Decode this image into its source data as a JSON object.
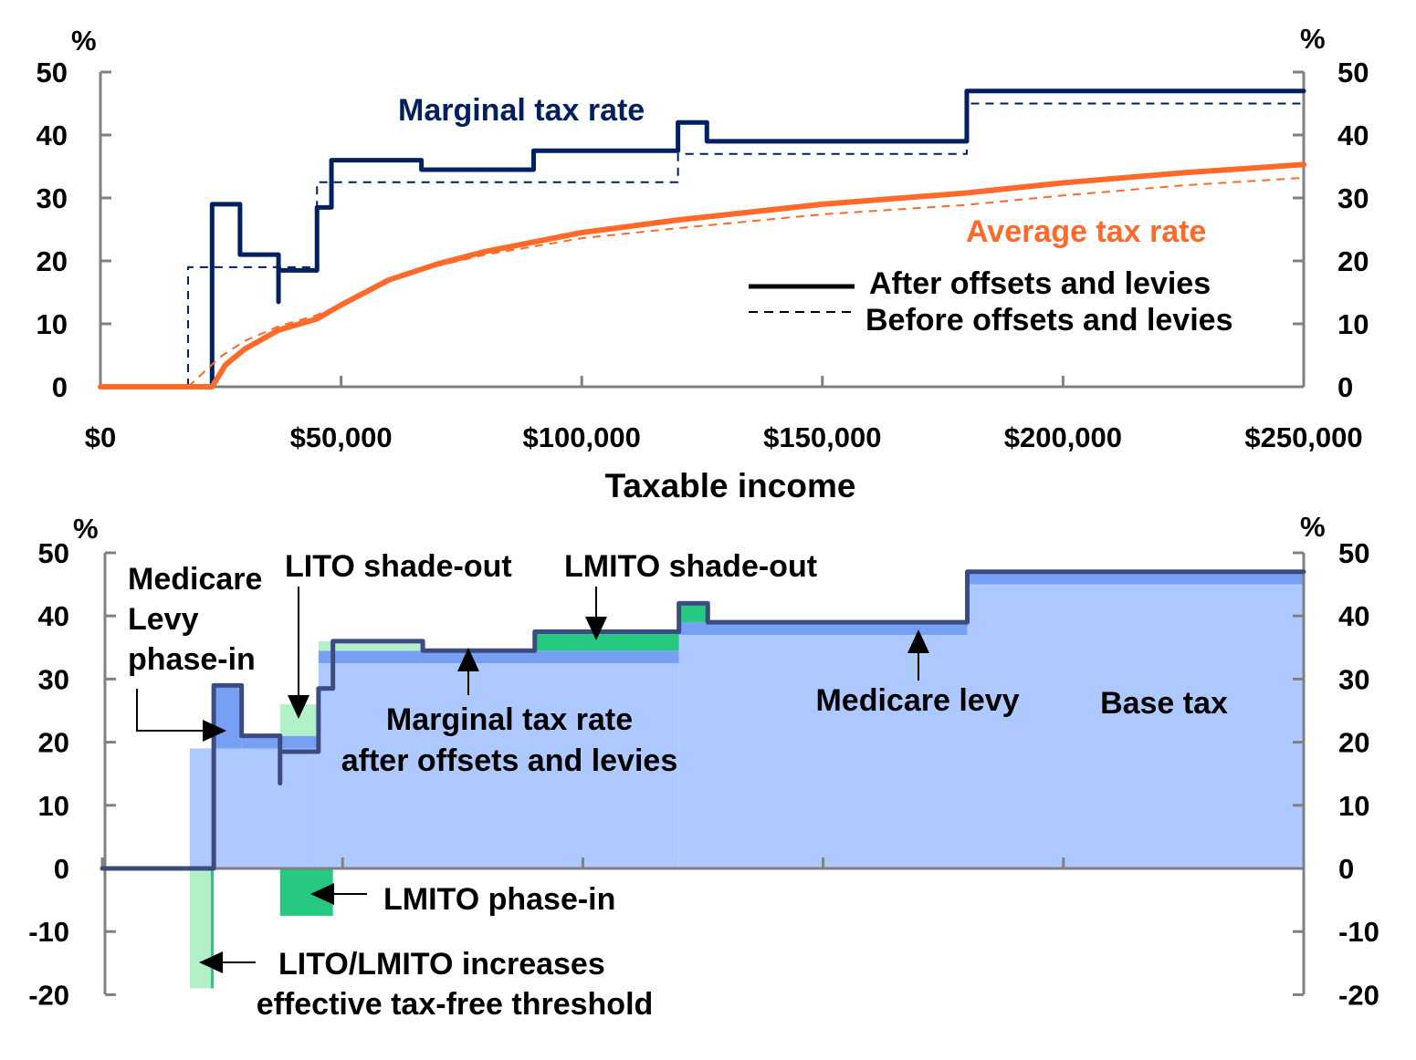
{
  "chart_data": [
    {
      "type": "line",
      "panel": "top",
      "xlabel": "Taxable income",
      "ylabel": "%",
      "ylabel_right": "%",
      "xlim": [
        0,
        250000
      ],
      "ylim": [
        0,
        50
      ],
      "x_ticks": [
        0,
        50000,
        100000,
        150000,
        200000,
        250000
      ],
      "x_tick_labels": [
        "$0",
        "$50,000",
        "$100,000",
        "$150,000",
        "$200,000",
        "$250,000"
      ],
      "y_ticks": [
        0,
        10,
        20,
        30,
        40,
        50
      ],
      "y_tick_labels": [
        "0",
        "10",
        "20",
        "30",
        "40",
        "50"
      ],
      "annotations": {
        "marginal": "Marginal tax rate",
        "average": "Average tax rate"
      },
      "legend": {
        "placement": "right",
        "entries": [
          {
            "label": "After offsets and levies",
            "style": "solid"
          },
          {
            "label": "Before offsets and levies",
            "style": "dashed"
          }
        ]
      },
      "colors": {
        "marginal": "#002060",
        "average": "#FF6A2A",
        "axis": "#808080"
      },
      "series": [
        {
          "name": "Marginal tax rate - after offsets and levies",
          "style": "solid",
          "color": "#002060",
          "points": [
            [
              0,
              0
            ],
            [
              23200,
              0
            ],
            [
              23200,
              29
            ],
            [
              29000,
              29
            ],
            [
              29000,
              21
            ],
            [
              37000,
              21
            ],
            [
              37000,
              13.5
            ],
            [
              37000,
              18.5
            ],
            [
              45000,
              18.5
            ],
            [
              45000,
              28.5
            ],
            [
              48000,
              28.5
            ],
            [
              48000,
              36
            ],
            [
              66700,
              36
            ],
            [
              66700,
              34.5
            ],
            [
              90000,
              34.5
            ],
            [
              90000,
              37.5
            ],
            [
              120000,
              37.5
            ],
            [
              120000,
              42
            ],
            [
              126000,
              42
            ],
            [
              126000,
              39
            ],
            [
              180000,
              39
            ],
            [
              180000,
              47
            ],
            [
              250000,
              47
            ]
          ]
        },
        {
          "name": "Marginal tax rate - before offsets and levies",
          "style": "dashed",
          "color": "#002060",
          "points": [
            [
              18200,
              0
            ],
            [
              18200,
              19
            ],
            [
              45000,
              19
            ],
            [
              45000,
              32.5
            ],
            [
              120000,
              32.5
            ],
            [
              120000,
              37
            ],
            [
              180000,
              37
            ],
            [
              180000,
              45
            ],
            [
              250000,
              45
            ]
          ]
        },
        {
          "name": "Average tax rate - after offsets and levies",
          "style": "solid",
          "color": "#FF6A2A",
          "points": [
            [
              0,
              0
            ],
            [
              23200,
              0
            ],
            [
              26000,
              3.5
            ],
            [
              30000,
              6
            ],
            [
              37000,
              9
            ],
            [
              45000,
              10.8
            ],
            [
              50000,
              13
            ],
            [
              60000,
              17
            ],
            [
              70000,
              19.5
            ],
            [
              80000,
              21.5
            ],
            [
              100000,
              24.5
            ],
            [
              120000,
              26.5
            ],
            [
              150000,
              29
            ],
            [
              180000,
              30.8
            ],
            [
              200000,
              32.4
            ],
            [
              225000,
              34
            ],
            [
              250000,
              35.3
            ]
          ]
        },
        {
          "name": "Average tax rate - before offsets and levies",
          "style": "dashed",
          "color": "#FF6A2A",
          "points": [
            [
              0,
              0
            ],
            [
              18200,
              0
            ],
            [
              25000,
              4.8
            ],
            [
              30000,
              7.3
            ],
            [
              37000,
              9.6
            ],
            [
              45000,
              11.4
            ],
            [
              50000,
              13.1
            ],
            [
              60000,
              16.8
            ],
            [
              70000,
              19.2
            ],
            [
              80000,
              21
            ],
            [
              100000,
              23.6
            ],
            [
              120000,
              25.2
            ],
            [
              150000,
              27.4
            ],
            [
              180000,
              28.9
            ],
            [
              200000,
              30.4
            ],
            [
              225000,
              32
            ],
            [
              250000,
              33.2
            ]
          ]
        }
      ]
    },
    {
      "type": "area",
      "panel": "bottom",
      "ylabel": "%",
      "ylabel_right": "%",
      "xlim": [
        0,
        250000
      ],
      "ylim": [
        -20,
        50
      ],
      "x_ticks": [
        0,
        50000,
        100000,
        150000,
        200000,
        250000
      ],
      "y_ticks": [
        -20,
        -10,
        0,
        10,
        20,
        30,
        40,
        50
      ],
      "y_tick_labels": [
        "-20",
        "-10",
        "0",
        "10",
        "20",
        "30",
        "40",
        "50"
      ],
      "annotations": {
        "medicare_phase_in": [
          "Medicare",
          "Levy",
          "phase-in"
        ],
        "lito_shade_out": "LITO shade-out",
        "lmito_shade_out": "LMITO shade-out",
        "marginal_line": [
          "Marginal tax rate",
          "after offsets and levies"
        ],
        "medicare_levy": "Medicare levy",
        "base_tax": "Base tax",
        "lmito_phase_in": "LMITO phase-in",
        "lito_lmito_threshold": [
          "LITO/LMITO increases",
          "effective tax-free threshold"
        ]
      },
      "components": [
        {
          "name": "Base tax",
          "color": "#AEC9FF",
          "blocks": [
            [
              18200,
              45000,
              0,
              19
            ],
            [
              45000,
              120000,
              0,
              32.5
            ],
            [
              120000,
              180000,
              0,
              37
            ],
            [
              180000,
              250000,
              0,
              45
            ]
          ]
        },
        {
          "name": "Medicare levy",
          "color": "#77A0F5",
          "blocks": [
            [
              23200,
              29000,
              19,
              29
            ],
            [
              29000,
              45000,
              19,
              21
            ],
            [
              45000,
              120000,
              32.5,
              34.5
            ],
            [
              120000,
              180000,
              37,
              39
            ],
            [
              180000,
              250000,
              45,
              47
            ]
          ]
        },
        {
          "name": "LITO",
          "color": "#B2F0C8",
          "blocks": [
            [
              37000,
              45000,
              21,
              26
            ],
            [
              45000,
              66700,
              34.5,
              36
            ],
            [
              18200,
              22600,
              -19,
              0
            ]
          ]
        },
        {
          "name": "LMITO",
          "color": "#27C882",
          "blocks": [
            [
              90000,
              120000,
              34.5,
              37.5
            ],
            [
              120000,
              126000,
              39,
              42
            ],
            [
              22600,
              23200,
              -19,
              0
            ],
            [
              37000,
              48000,
              -7.5,
              0
            ]
          ]
        }
      ],
      "line": {
        "name": "Marginal tax rate after offsets and levies",
        "color": "#3C4C80",
        "points": [
          [
            0,
            0
          ],
          [
            23200,
            0
          ],
          [
            23200,
            29
          ],
          [
            29000,
            29
          ],
          [
            29000,
            21
          ],
          [
            37000,
            21
          ],
          [
            37000,
            13.5
          ],
          [
            37000,
            18.5
          ],
          [
            45000,
            18.5
          ],
          [
            45000,
            28.5
          ],
          [
            48000,
            28.5
          ],
          [
            48000,
            36
          ],
          [
            66700,
            36
          ],
          [
            66700,
            34.5
          ],
          [
            90000,
            34.5
          ],
          [
            90000,
            37.5
          ],
          [
            120000,
            37.5
          ],
          [
            120000,
            42
          ],
          [
            126000,
            42
          ],
          [
            126000,
            39
          ],
          [
            180000,
            39
          ],
          [
            180000,
            47
          ],
          [
            250000,
            47
          ]
        ]
      }
    }
  ]
}
